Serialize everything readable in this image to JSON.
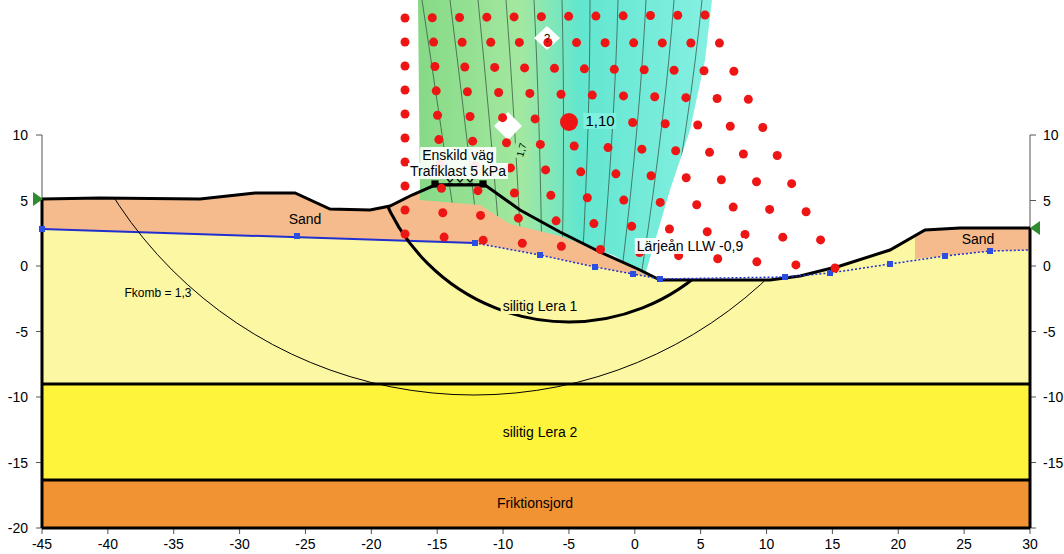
{
  "diagram": {
    "labels": [
      "Sand",
      "Sand",
      "silitig Lera 1",
      "silitig Lera 2",
      "Friktionsjord",
      "Fkomb = 1,3",
      "Enskild väg",
      "Trafiklast 5 kPa",
      "1,10",
      "Lärjeån LLW -0,9",
      "?",
      "1,7",
      "10",
      "5",
      "0",
      "-5",
      "-10",
      "-15",
      "-20",
      "10",
      "5",
      "0",
      "-5",
      "-10",
      "-15",
      "-45",
      "-40",
      "-35",
      "-30",
      "-25",
      "-20",
      "-15",
      "-10",
      "-5",
      "0",
      "5",
      "10",
      "15",
      "20",
      "25",
      "30"
    ]
  }
}
